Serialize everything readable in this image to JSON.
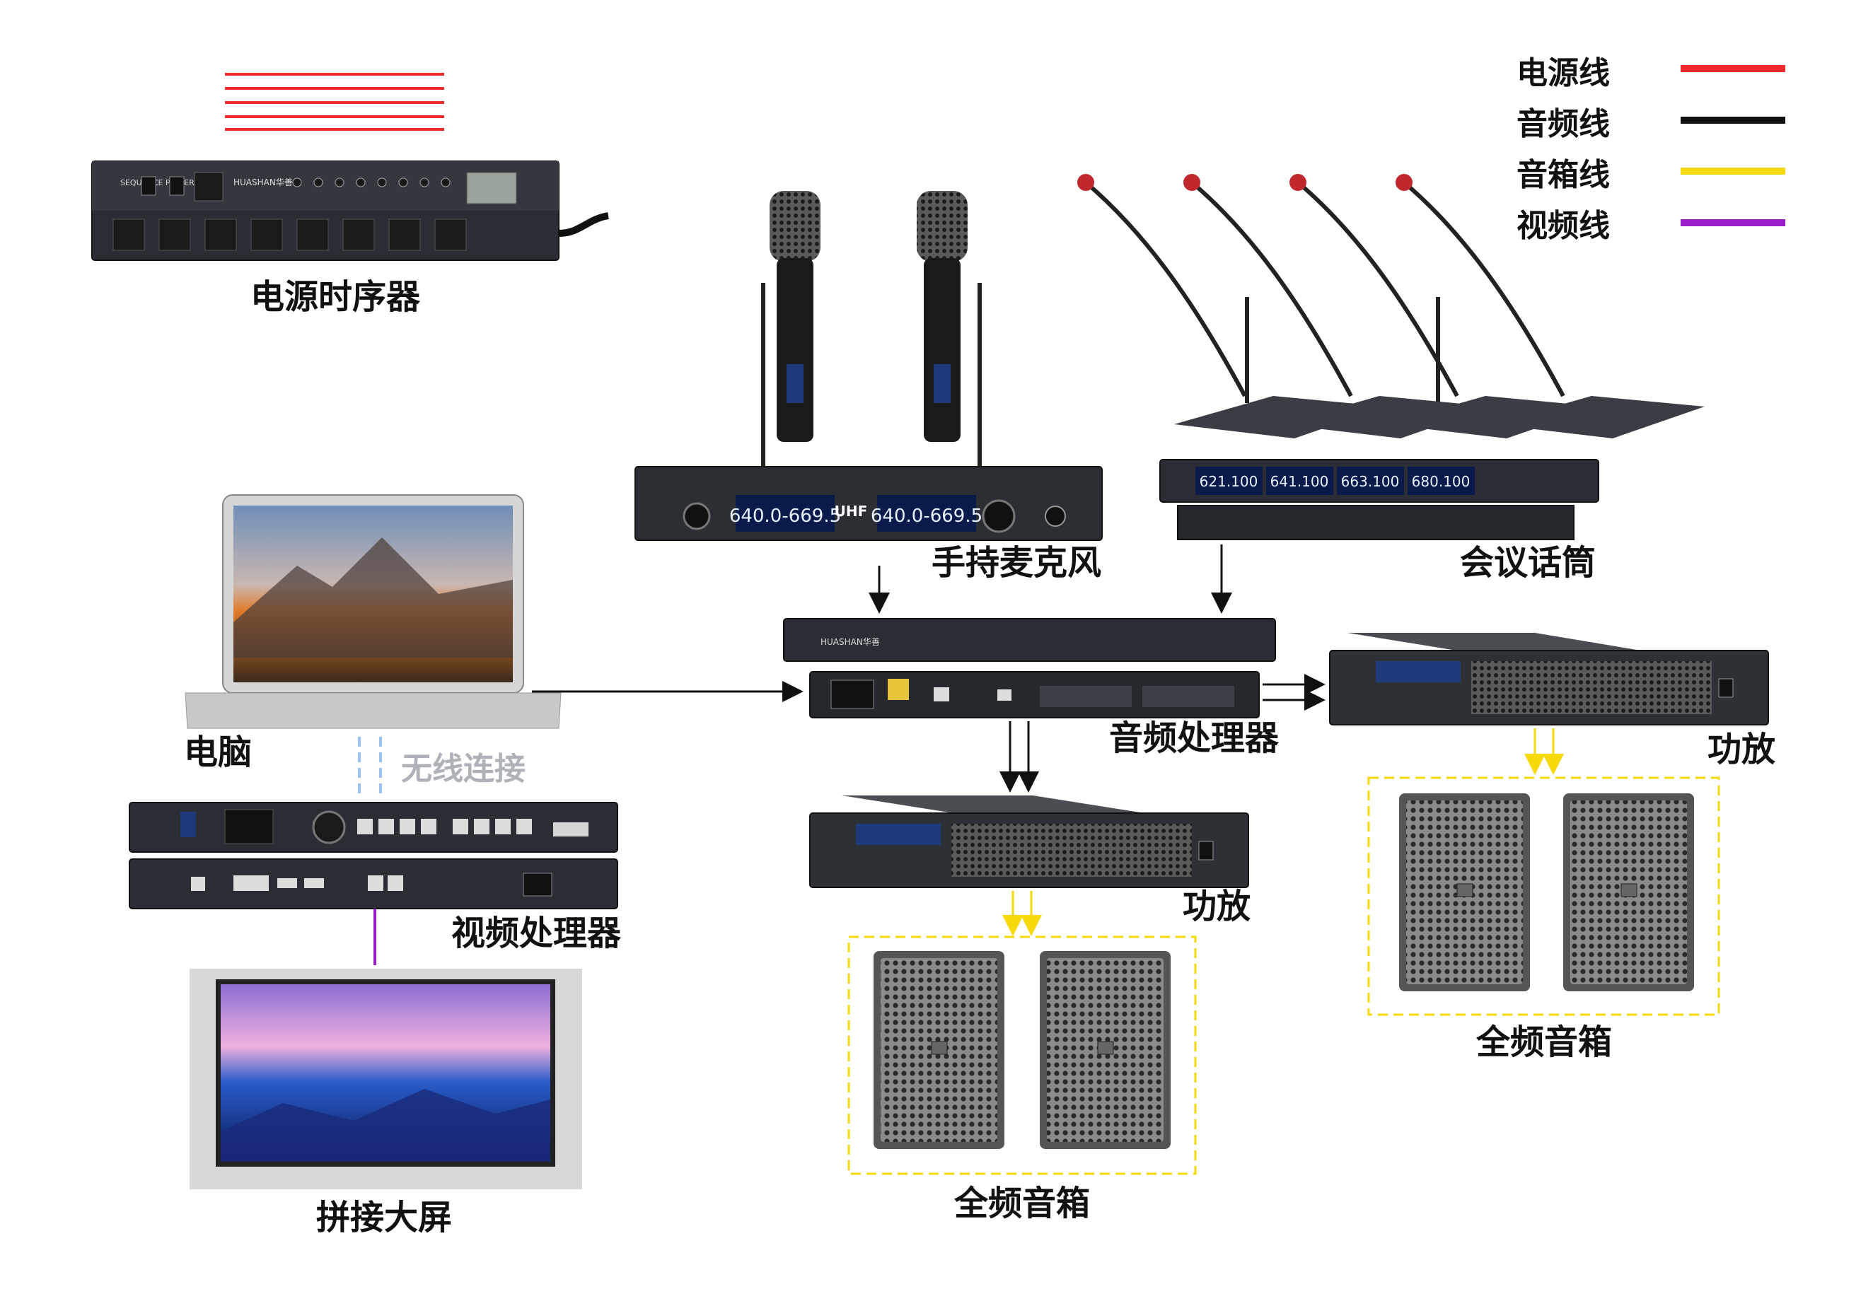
{
  "legend": {
    "items": [
      {
        "label": "电源线",
        "color": "#ef2b2b"
      },
      {
        "label": "音频线",
        "color": "#111111"
      },
      {
        "label": "音箱线",
        "color": "#f5d90a"
      },
      {
        "label": "视频线",
        "color": "#9b1fc8"
      }
    ]
  },
  "devices": {
    "power_sequencer": "电源时序器",
    "handheld_mic": "手持麦克风",
    "conference_mic": "会议话筒",
    "computer": "电脑",
    "audio_processor": "音频处理器",
    "amp_right": "功放",
    "amp_center": "功放",
    "speakers_right": "全频音箱",
    "speakers_center": "全频音箱",
    "video_processor": "视频处理器",
    "video_wall": "拼接大屏"
  },
  "wireless_label": "无线连接",
  "device_texts": {
    "seq_brand": "SEQUENCE POWER",
    "seq_maker": "HUASHAN华善",
    "mic_band": "UHF",
    "mic_display_a": "640.0-669.5",
    "mic_display_b": "640.0-669.5",
    "conf_display_1": "621.100",
    "conf_display_2": "641.100",
    "conf_display_3": "663.100",
    "conf_display_4": "680.100",
    "dsp_brand": "HUASHAN华善"
  },
  "colors": {
    "power": "#ef2b2b",
    "audio": "#111111",
    "speaker": "#f5d90a",
    "video": "#9b1fc8",
    "wireless": "#9cc3f0"
  }
}
